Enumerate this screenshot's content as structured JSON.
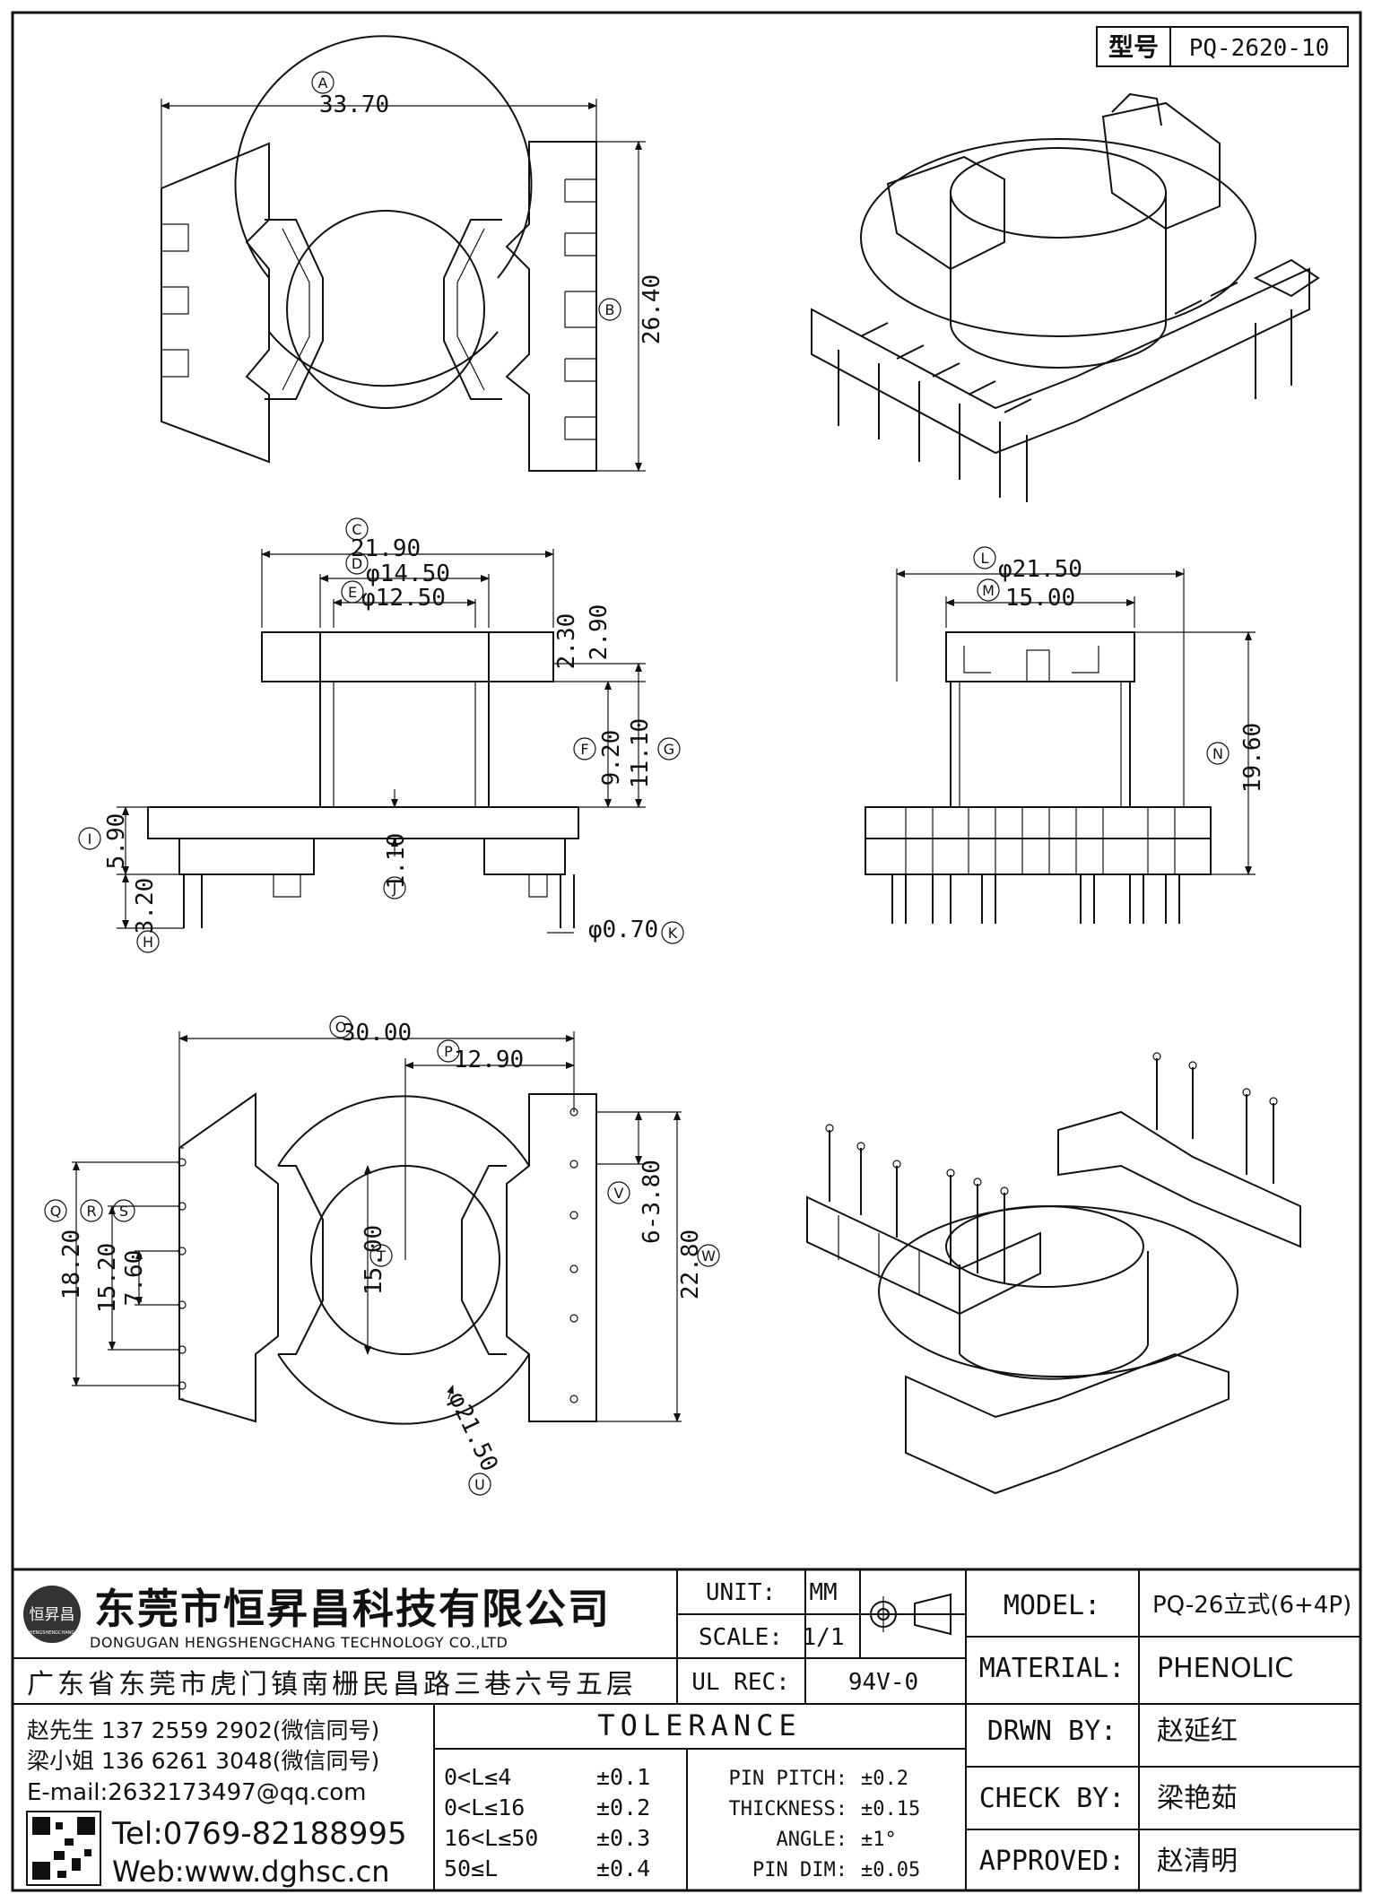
{
  "part_number": {
    "label": "型号",
    "value": "PQ-2620-10"
  },
  "dimensions": {
    "A": "33.70",
    "B": "26.40",
    "C": "21.90",
    "D": "φ14.50",
    "E": "φ12.50",
    "dim_230": "2.30",
    "dim_290": "2.90",
    "F": "9.20",
    "G": "11.10",
    "I": "5.90",
    "H": "3.20",
    "J": "1.10",
    "K": "φ0.70",
    "L": "φ21.50",
    "M": "15.00",
    "N": "19.60",
    "O": "30.00",
    "P": "12.90",
    "Q": "18.20",
    "R": "15.20",
    "S": "7.60",
    "T": "15.00",
    "U": "φ21.50",
    "V": "6-3.80",
    "W": "22.80"
  },
  "letters": [
    "A",
    "B",
    "C",
    "D",
    "E",
    "F",
    "G",
    "H",
    "I",
    "J",
    "K",
    "L",
    "M",
    "N",
    "O",
    "P",
    "Q",
    "R",
    "S",
    "T",
    "U",
    "V",
    "W"
  ],
  "company": {
    "name_cn": "东莞市恒昇昌科技有限公司",
    "name_en": "DONGUGAN HENGSHENGCHANG TECHNOLOGY CO.,LTD",
    "address": "广东省东莞市虎门镇南栅民昌路三巷六号五层",
    "logo_text": "恒昇昌",
    "logo_sub": "HENGSHENGCHANG",
    "contact1": "赵先生 137 2559 2902(微信同号)",
    "contact2": "梁小姐 136 6261 3048(微信同号)",
    "email": "E-mail:2632173497@qq.com",
    "tel": "Tel:0769-82188995",
    "web": "Web:www.dghsc.cn"
  },
  "title_block": {
    "unit_label": "UNIT:",
    "unit_value": "MM",
    "scale_label": "SCALE:",
    "scale_value": "1/1",
    "ulrec_label": "UL REC:",
    "ulrec_value": "94V-0",
    "model_label": "MODEL:",
    "model_value": "PQ-26立式(6+4P)",
    "material_label": "MATERIAL:",
    "material_value": "PHENOLIC",
    "drwn_label": "DRWN BY:",
    "drwn_value": "赵延红",
    "check_label": "CHECK BY:",
    "check_value": "梁艳茹",
    "approved_label": "APPROVED:",
    "approved_value": "赵清明"
  },
  "tolerance": {
    "title": "TOLERANCE",
    "rows": [
      {
        "range": "0<L≤4",
        "value": "±0.1"
      },
      {
        "range": "0<L≤16",
        "value": "±0.2"
      },
      {
        "range": "16<L≤50",
        "value": "±0.3"
      },
      {
        "range": "50≤L",
        "value": "±0.4"
      }
    ],
    "extra": [
      {
        "label": "PIN PITCH:",
        "value": "±0.2"
      },
      {
        "label": "THICKNESS:",
        "value": "±0.15"
      },
      {
        "label": "ANGLE:",
        "value": "±1°"
      },
      {
        "label": "PIN DIM:",
        "value": "±0.05"
      }
    ]
  }
}
